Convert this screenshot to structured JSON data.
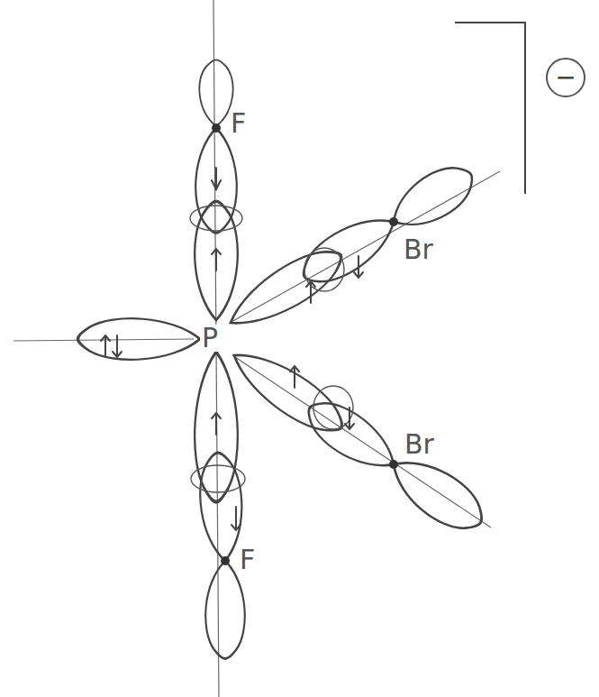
{
  "diagram": {
    "nodes": [
      {
        "text": [
          "−"
        ]
      }
    ],
    "labels": [
      "F",
      "Br",
      "P",
      "Br",
      "F"
    ]
  }
}
